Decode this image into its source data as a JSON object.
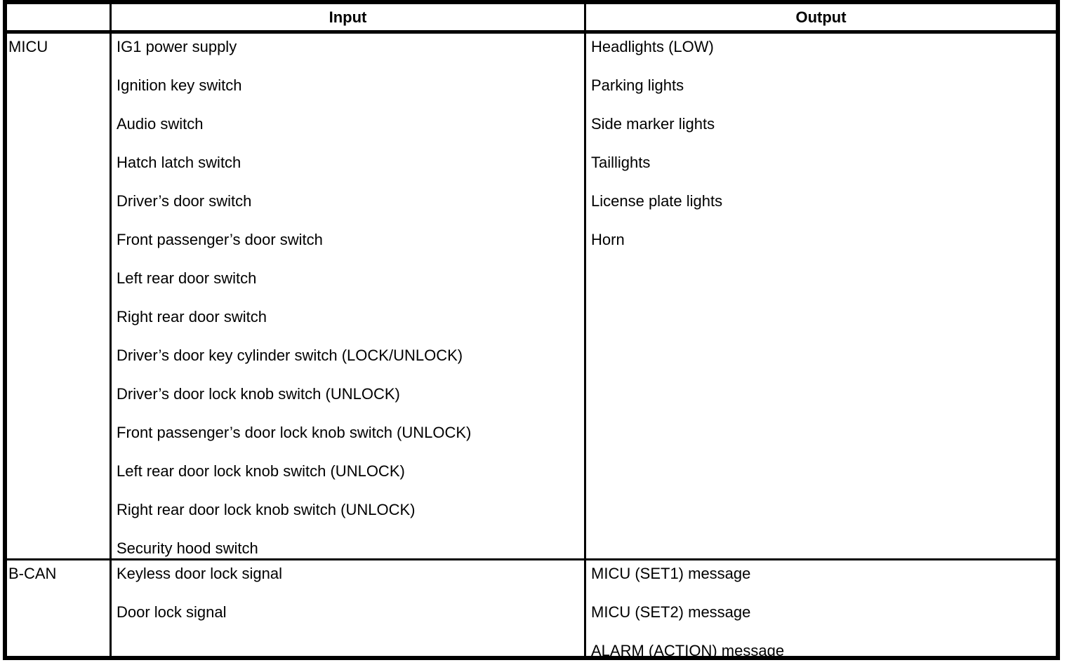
{
  "table": {
    "columns": {
      "system_header": "",
      "input_header": "Input",
      "output_header": "Output"
    },
    "rows": [
      {
        "system": "MICU",
        "inputs": [
          "IG1 power supply",
          "Ignition key switch",
          "Audio switch",
          "Hatch latch switch",
          "Driver’s door switch",
          "Front passenger’s door switch",
          "Left rear door switch",
          "Right rear door switch",
          "Driver’s door key cylinder switch (LOCK/UNLOCK)",
          "Driver’s door lock knob switch (UNLOCK)",
          "Front passenger’s door lock knob switch (UNLOCK)",
          "Left rear door lock knob switch (UNLOCK)",
          "Right rear door lock knob switch (UNLOCK)",
          "Security hood switch"
        ],
        "outputs": [
          "Headlights (LOW)",
          "Parking lights",
          "Side marker lights",
          "Taillights",
          "License plate lights",
          "Horn"
        ]
      },
      {
        "system": "B-CAN",
        "inputs": [
          "Keyless door lock signal",
          "Door lock signal"
        ],
        "outputs": [
          "MICU (SET1) message",
          "MICU (SET2) message",
          "ALARM (ACTION) message"
        ]
      }
    ]
  },
  "style": {
    "border_color": "#000000",
    "text_color": "#000000",
    "background": "#ffffff"
  }
}
